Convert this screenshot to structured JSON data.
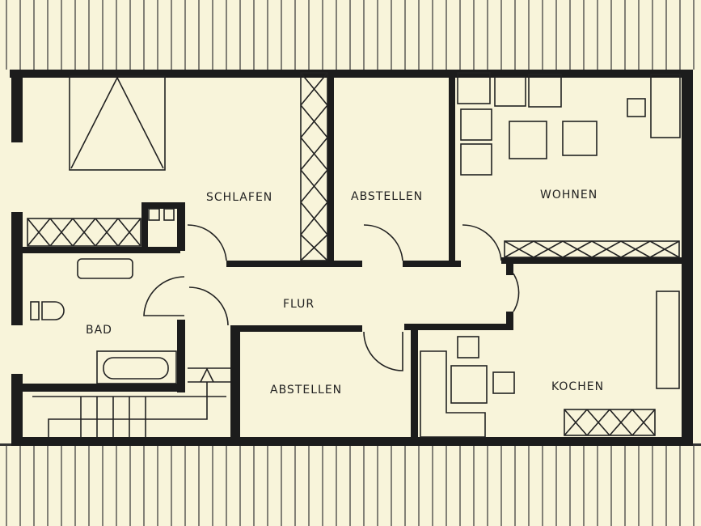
{
  "colors": {
    "paper": "#f8f4da",
    "wall": "#1c1c1c"
  },
  "rooms": {
    "schlafen": "SCHLAFEN",
    "abstellen_top": "ABSTELLEN",
    "wohnen": "WOHNEN",
    "flur": "FLUR",
    "bad": "BAD",
    "abstellen_bottom": "ABSTELLEN",
    "kochen": "KOCHEN"
  }
}
